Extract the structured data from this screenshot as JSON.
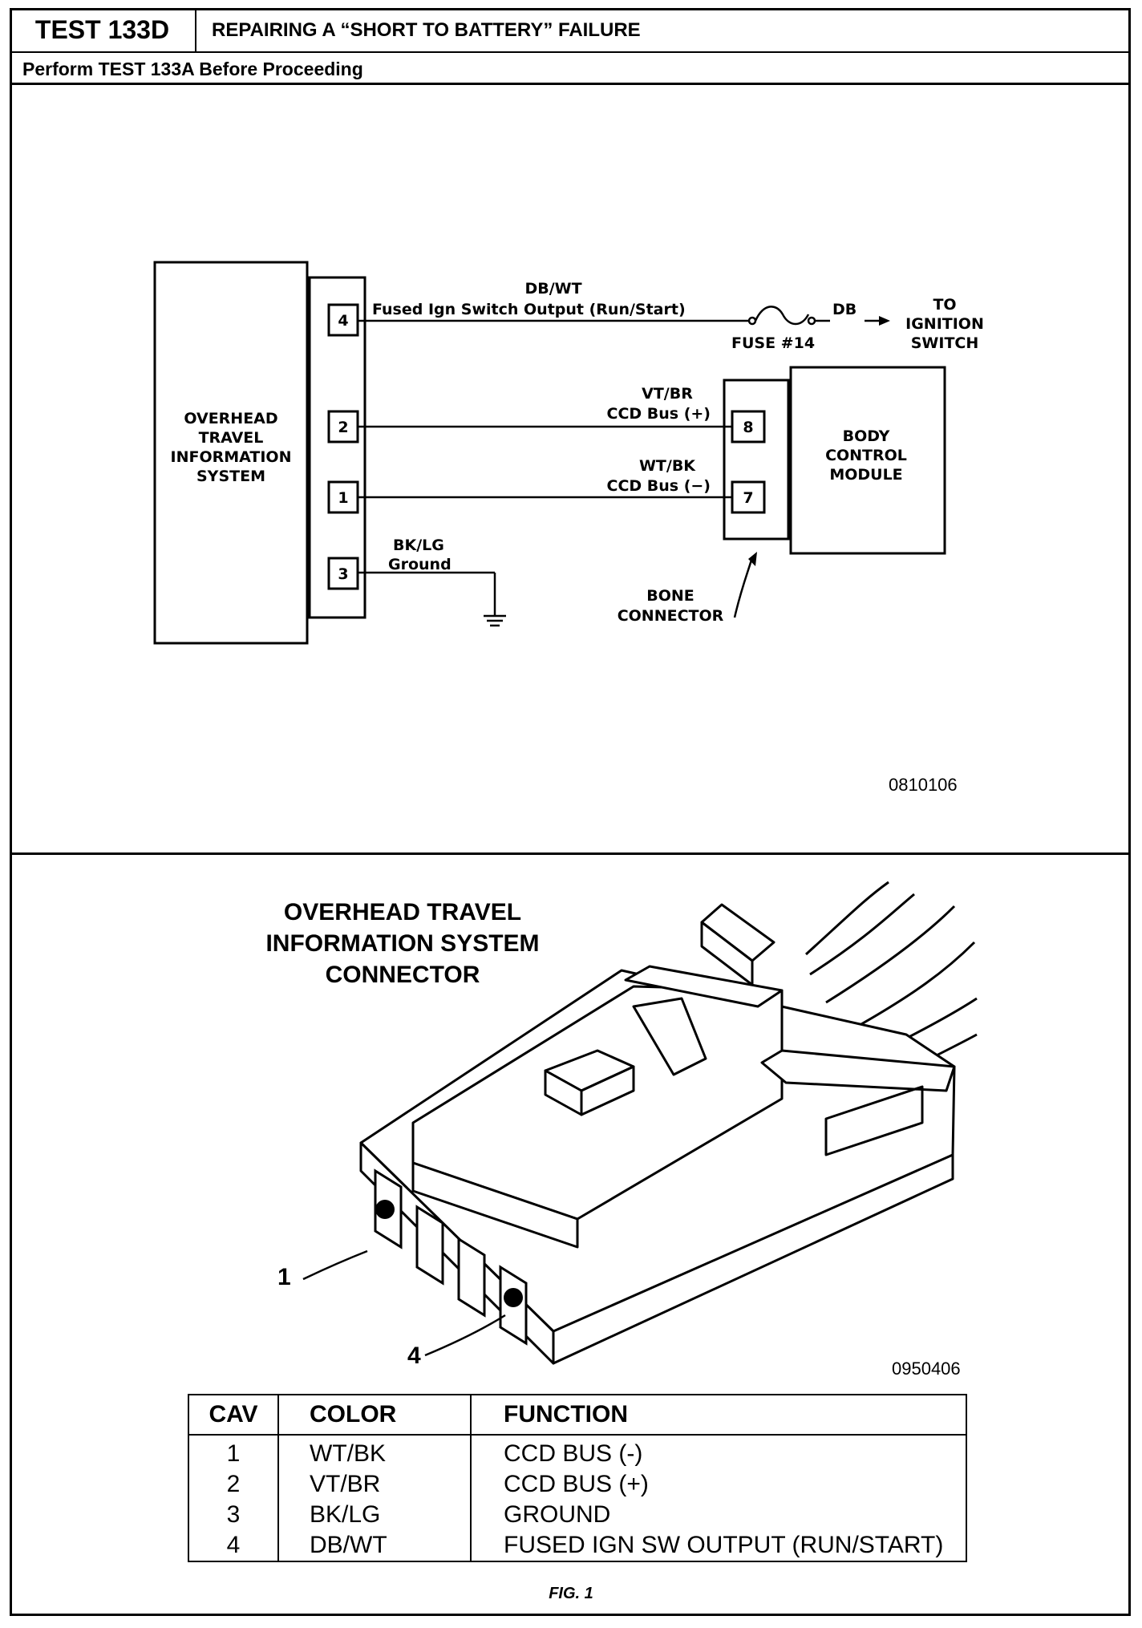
{
  "header": {
    "test_id": "TEST 133D",
    "title": "REPAIRING A “SHORT TO BATTERY” FAILURE",
    "subtitle": "Perform TEST 133A Before Proceeding"
  },
  "schematic": {
    "left_module": [
      "OVERHEAD",
      "TRAVEL",
      "INFORMATION",
      "SYSTEM"
    ],
    "right_module": [
      "BODY",
      "CONTROL",
      "MODULE"
    ],
    "pins_left": [
      "4",
      "2",
      "1",
      "3"
    ],
    "pins_right": [
      "8",
      "7"
    ],
    "wire1_color": "DB/WT",
    "wire1_name": "Fused Ign Switch Output (Run/Start)",
    "fuse": "FUSE #14",
    "wire1_out_color": "DB",
    "to_label": [
      "TO",
      "IGNITION",
      "SWITCH"
    ],
    "wire2_color": "VT/BR",
    "wire2_name": "CCD Bus (+)",
    "wire3_color": "WT/BK",
    "wire3_name": "CCD Bus (−)",
    "wire4_color": "BK/LG",
    "wire4_name": "Ground",
    "bone_connector": [
      "BONE",
      "CONNECTOR"
    ],
    "drawing_number": "0810106"
  },
  "connector": {
    "title_lines": [
      "OVERHEAD TRAVEL",
      "INFORMATION SYSTEM",
      "CONNECTOR"
    ],
    "callout_1": "1",
    "callout_4": "4",
    "drawing_number": "0950406"
  },
  "table": {
    "headers": [
      "CAV",
      "COLOR",
      "FUNCTION"
    ],
    "rows": [
      [
        "1",
        "WT/BK",
        "CCD BUS (-)"
      ],
      [
        "2",
        "VT/BR",
        "CCD BUS (+)"
      ],
      [
        "3",
        "BK/LG",
        "GROUND"
      ],
      [
        "4",
        "DB/WT",
        "FUSED IGN SW OUTPUT (RUN/START)"
      ]
    ]
  },
  "figure_caption": "FIG. 1"
}
